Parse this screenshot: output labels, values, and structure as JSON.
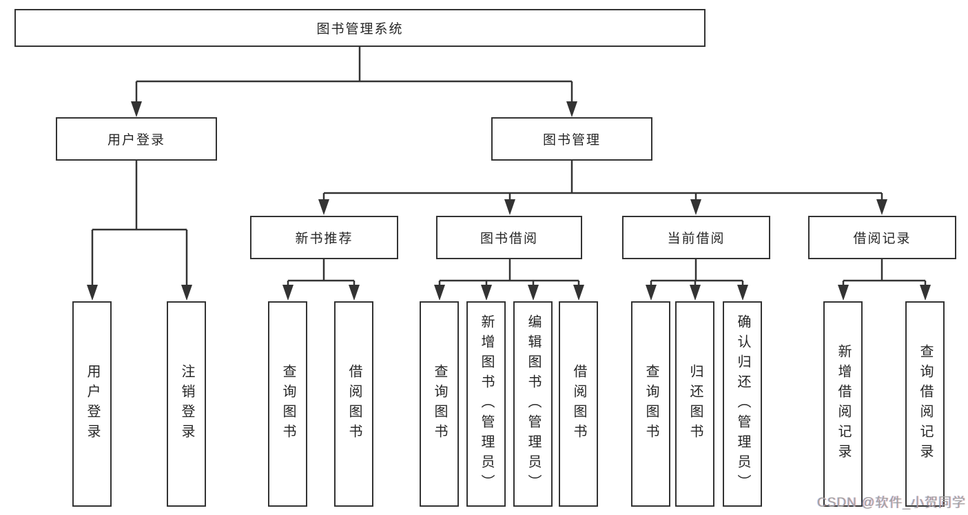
{
  "diagram": {
    "root": {
      "label": "图书管理系统"
    },
    "level2": {
      "user_login": {
        "label": "用户登录"
      },
      "book_mgmt": {
        "label": "图书管理"
      }
    },
    "level3": {
      "new_book": {
        "label": "新书推荐"
      },
      "book_borrow": {
        "label": "图书借阅"
      },
      "current_borrow": {
        "label": "当前借阅"
      },
      "borrow_record": {
        "label": "借阅记录"
      }
    },
    "leaves": {
      "user_login": [
        "用户登录",
        "注销登录"
      ],
      "new_book": [
        "查询图书",
        "借阅图书"
      ],
      "book_borrow": [
        "查询图书",
        "新增图书（管理员）",
        "编辑图书（管理员）",
        "借阅图书"
      ],
      "current_borrow": [
        "查询图书",
        "归还图书",
        "确认归还（管理员）"
      ],
      "borrow_record": [
        "新增借阅记录",
        "查询借阅记录"
      ]
    },
    "watermark": "CSDN @软件_小贺同学",
    "colors": {
      "line": "#333333",
      "box_border": "#333333",
      "text": "#262626",
      "background": "#ffffff",
      "watermark": "#a2a2a2"
    }
  }
}
